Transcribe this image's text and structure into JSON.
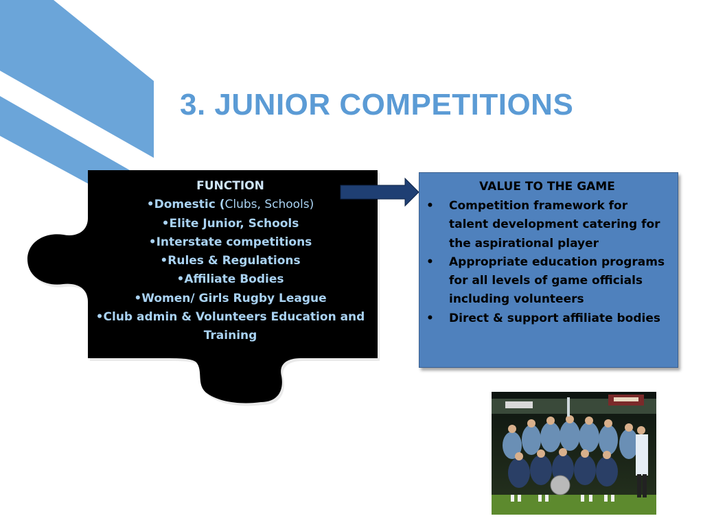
{
  "slide": {
    "title": "3. JUNIOR COMPETITIONS",
    "accent_color": "#5b9bd5"
  },
  "function_piece": {
    "heading": "FUNCTION",
    "items": [
      {
        "bullet": "•",
        "bold": "Domestic (",
        "normal": "Clubs, Schools)"
      },
      {
        "bullet": "•",
        "bold": "Elite Junior, Schools",
        "normal": ""
      },
      {
        "bullet": "•",
        "bold": "Interstate competitions",
        "normal": ""
      },
      {
        "bullet": "•",
        "bold": "Rules & Regulations",
        "normal": ""
      },
      {
        "bullet": "•",
        "bold": "Affiliate Bodies",
        "normal": ""
      },
      {
        "bullet": "•",
        "bold": "Women/ Girls Rugby League",
        "normal": ""
      },
      {
        "bullet": "•",
        "bold": "Club admin & Volunteers  Education and Training",
        "normal": ""
      }
    ],
    "background_color": "#000000",
    "text_color": "#a9d2f2"
  },
  "value_box": {
    "heading": "VALUE TO THE GAME",
    "items": [
      {
        "bullet": "•",
        "text": "Competition framework for talent development catering for the aspirational player"
      },
      {
        "bullet": "•",
        "text": "Appropriate education programs for all levels of game officials including volunteers"
      },
      {
        "bullet": "•",
        "text": "Direct & support affiliate bodies"
      }
    ],
    "background_color": "#4f81bd"
  },
  "arrow": {
    "color": "#1f3f73"
  },
  "photo": {
    "subject": "rugby-league-team-celebration-photo"
  }
}
